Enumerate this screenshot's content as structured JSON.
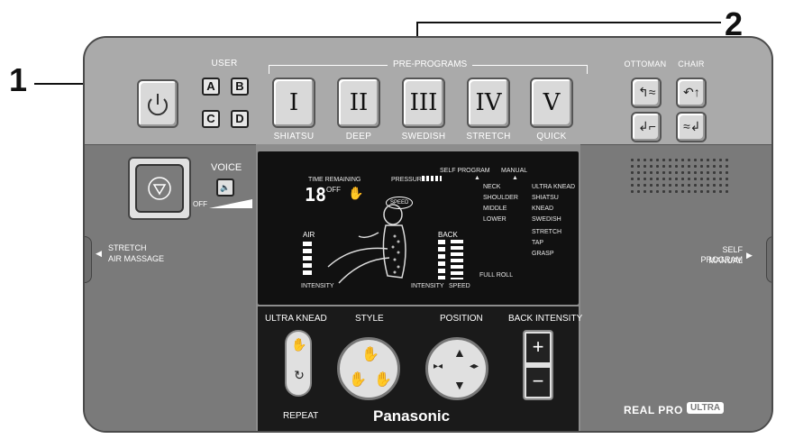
{
  "callouts": {
    "one": "1",
    "two": "2"
  },
  "top": {
    "user_label": "USER",
    "user_keys": [
      "A",
      "B",
      "C",
      "D"
    ],
    "preprograms_label": "PRE-PROGRAMS",
    "programs": [
      {
        "numeral": "I",
        "label": "SHIATSU"
      },
      {
        "numeral": "II",
        "label": "DEEP"
      },
      {
        "numeral": "III",
        "label": "SWEDISH"
      },
      {
        "numeral": "IV",
        "label": "STRETCH"
      },
      {
        "numeral": "V",
        "label": "QUICK"
      }
    ],
    "ottoman_label": "OTTOMAN",
    "chair_label": "CHAIR"
  },
  "left": {
    "voice_label": "VOICE",
    "off_label": "OFF",
    "stretch_line1": "STRETCH",
    "stretch_line2": "AIR MASSAGE"
  },
  "right": {
    "self_line1": "SELF PROGRAM",
    "self_line2": "MANUAL",
    "brand_real": "REAL PRO",
    "brand_ultra": "ULTRA"
  },
  "display": {
    "time_remaining": "TIME REMAINING",
    "digits": "18",
    "off": "OFF",
    "pressure": "PRESSURE",
    "self_program": "SELF PROGRAM",
    "manual": "MANUAL",
    "speed_badge": "SPEED",
    "body_parts": [
      "NECK",
      "SHOULDER",
      "MIDDLE",
      "LOWER"
    ],
    "techniques": [
      "ULTRA KNEAD",
      "SHIATSU",
      "KNEAD",
      "SWEDISH",
      "STRETCH",
      "TAP",
      "GRASP"
    ],
    "air": "AIR",
    "back": "BACK",
    "intensity_left": "INTENSITY",
    "intensity_mid": "INTENSITY",
    "speed": "SPEED",
    "full_roll": "FULL ROLL"
  },
  "bottom": {
    "ultra_knead": "ULTRA KNEAD",
    "style": "STYLE",
    "position": "POSITION",
    "back_intensity": "BACK INTENSITY",
    "repeat": "REPEAT",
    "brand": "Panasonic",
    "plus": "+",
    "minus": "−"
  }
}
